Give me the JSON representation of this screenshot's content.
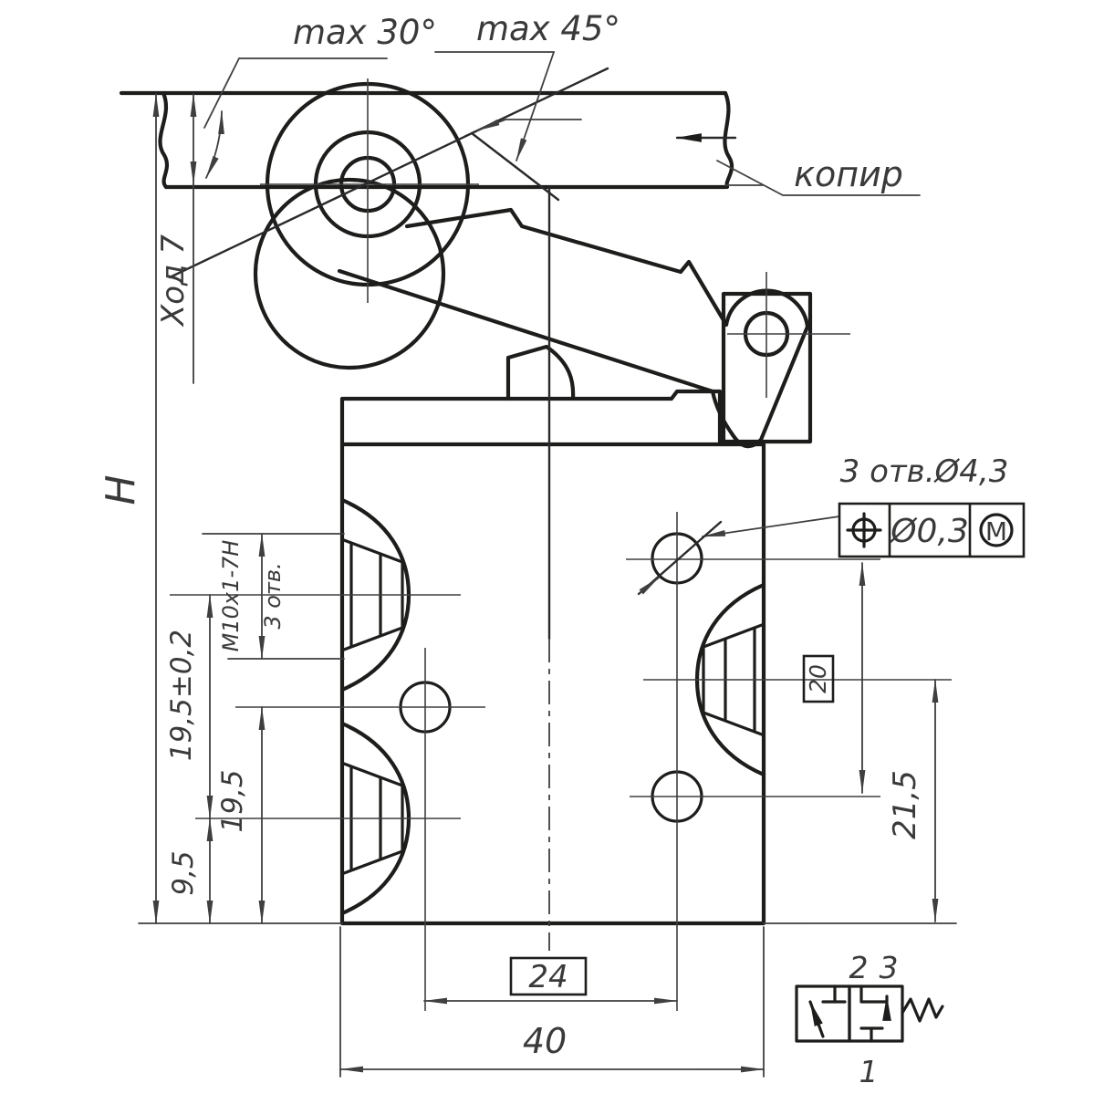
{
  "title": "Roller lever pneumatic limit valve — technical drawing",
  "labels": {
    "max_angle_approach": "max 30°",
    "max_angle_lever": "max 45°",
    "cam": "копир",
    "stroke": "Ход 7",
    "height": "H"
  },
  "dimensions": {
    "thread_spec": "M10x1-7H",
    "thread_holes_count": "3 отв.",
    "holes_note": "3 отв.Ø4,3",
    "port_center_tol": "19,5±0,2",
    "hole_height": "19,5",
    "lower_port_height": "9,5",
    "right_port_height": "21,5",
    "hole_spacing_vert_boxed": "20",
    "hole_spacing_horiz_boxed": "24",
    "body_width": "40"
  },
  "tolerance_frame": {
    "characteristic": "position-symbol",
    "value": "Ø0,3",
    "modifier": "M"
  },
  "valve_symbol": {
    "port_1": "1",
    "port_2": "2",
    "port_3": "3"
  },
  "colors": {
    "line": "#1d1d1b",
    "dimension": "#3f3f3f",
    "background": "#ffffff"
  }
}
